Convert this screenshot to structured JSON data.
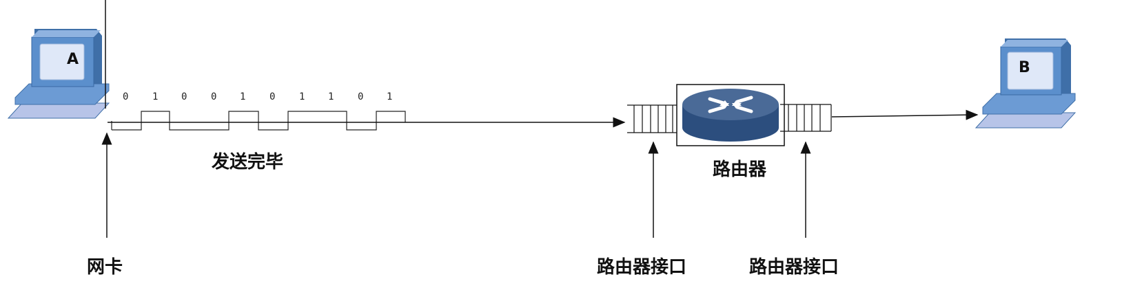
{
  "computer_a": {
    "label": "A"
  },
  "computer_b": {
    "label": "B"
  },
  "bits": [
    "0",
    "1",
    "0",
    "0",
    "1",
    "0",
    "1",
    "1",
    "0",
    "1"
  ],
  "labels": {
    "nic": "网卡",
    "send_done": "发送完毕",
    "router": "路由器",
    "router_port_in": "路由器接口",
    "router_port_out": "路由器接口"
  },
  "colors": {
    "monitor_face": "#5b8fcc",
    "monitor_side": "#3f6fa8",
    "screen": "#dfe8f8",
    "keyboard": "#b7c4e8",
    "router_top": "#4a6a97",
    "router_side": "#2c4e7e"
  }
}
